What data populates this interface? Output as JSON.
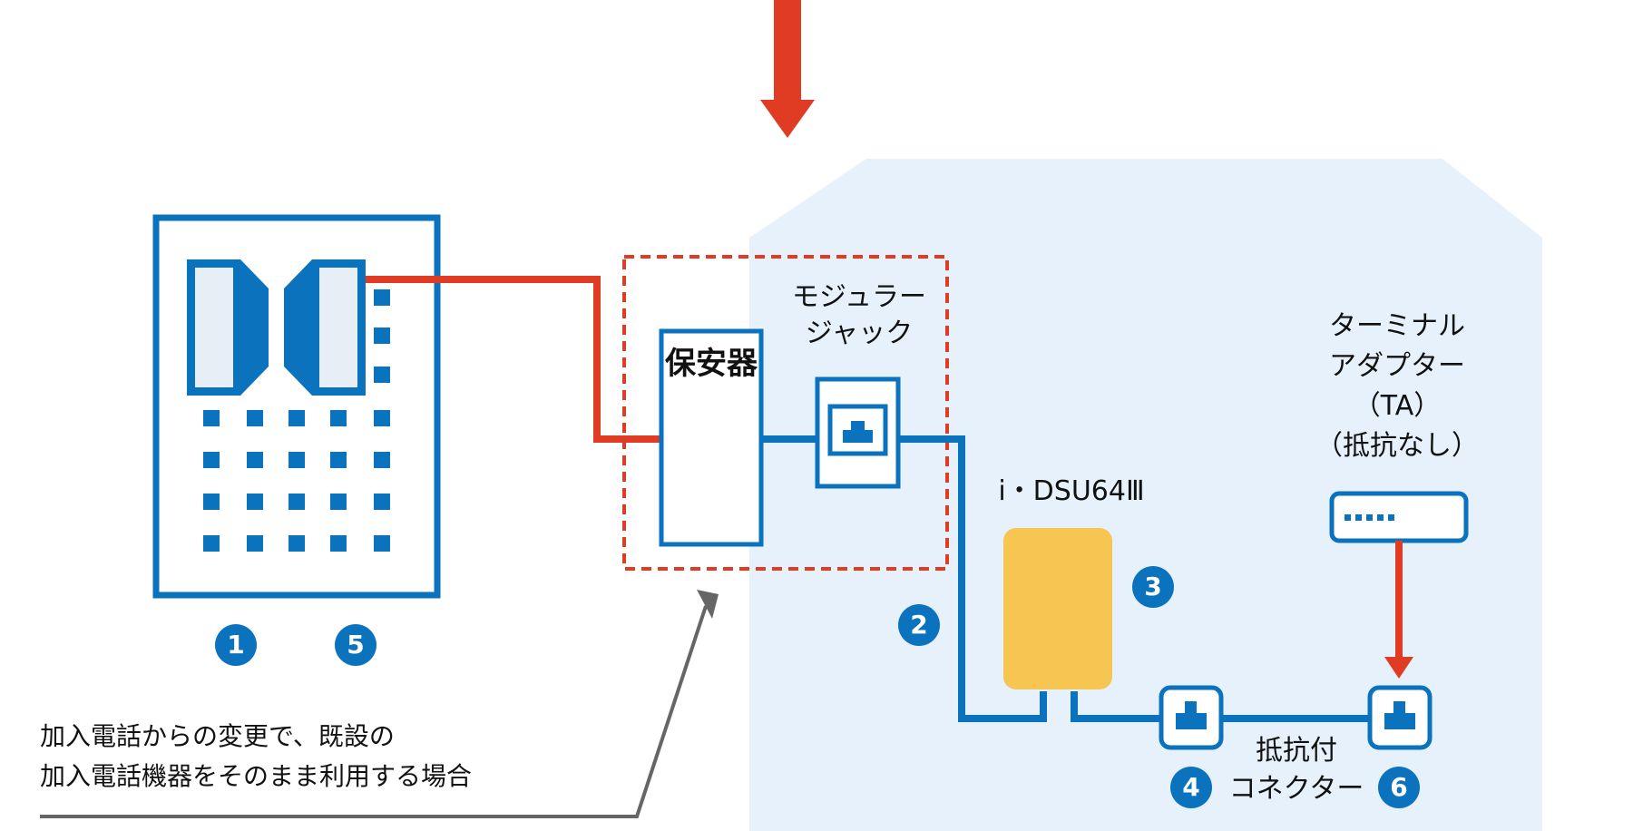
{
  "colors": {
    "blue": "#0b72bd",
    "red": "#e03c23",
    "light_blue_bg": "#e6f1fb",
    "yellow": "#f7c552",
    "gray": "#666666",
    "white": "#ffffff",
    "panel_fill": "#e8eef6"
  },
  "icons": {
    "building": "building-icon",
    "protector": "protector-box",
    "modular_jack": "modular-jack-icon",
    "dsu": "dsu-device",
    "terminal_adapter": "terminal-adapter-icon",
    "connector": "connector-icon"
  },
  "labels": {
    "protector": "保安器",
    "modular_jack": [
      "モジュラー",
      "ジャック"
    ],
    "dsu": "i・DSU64Ⅲ",
    "ta": [
      "ターミナル",
      "アダプター",
      "（TA）",
      "（抵抗なし）"
    ],
    "connector": [
      "抵抗付",
      "コネクター"
    ],
    "caption": [
      "加入電話からの変更で、既設の",
      "加入電話機器をそのまま利用する場合"
    ]
  },
  "badges": {
    "b1": "1",
    "b2": "2",
    "b3": "3",
    "b4": "4",
    "b5": "5",
    "b6": "6"
  }
}
